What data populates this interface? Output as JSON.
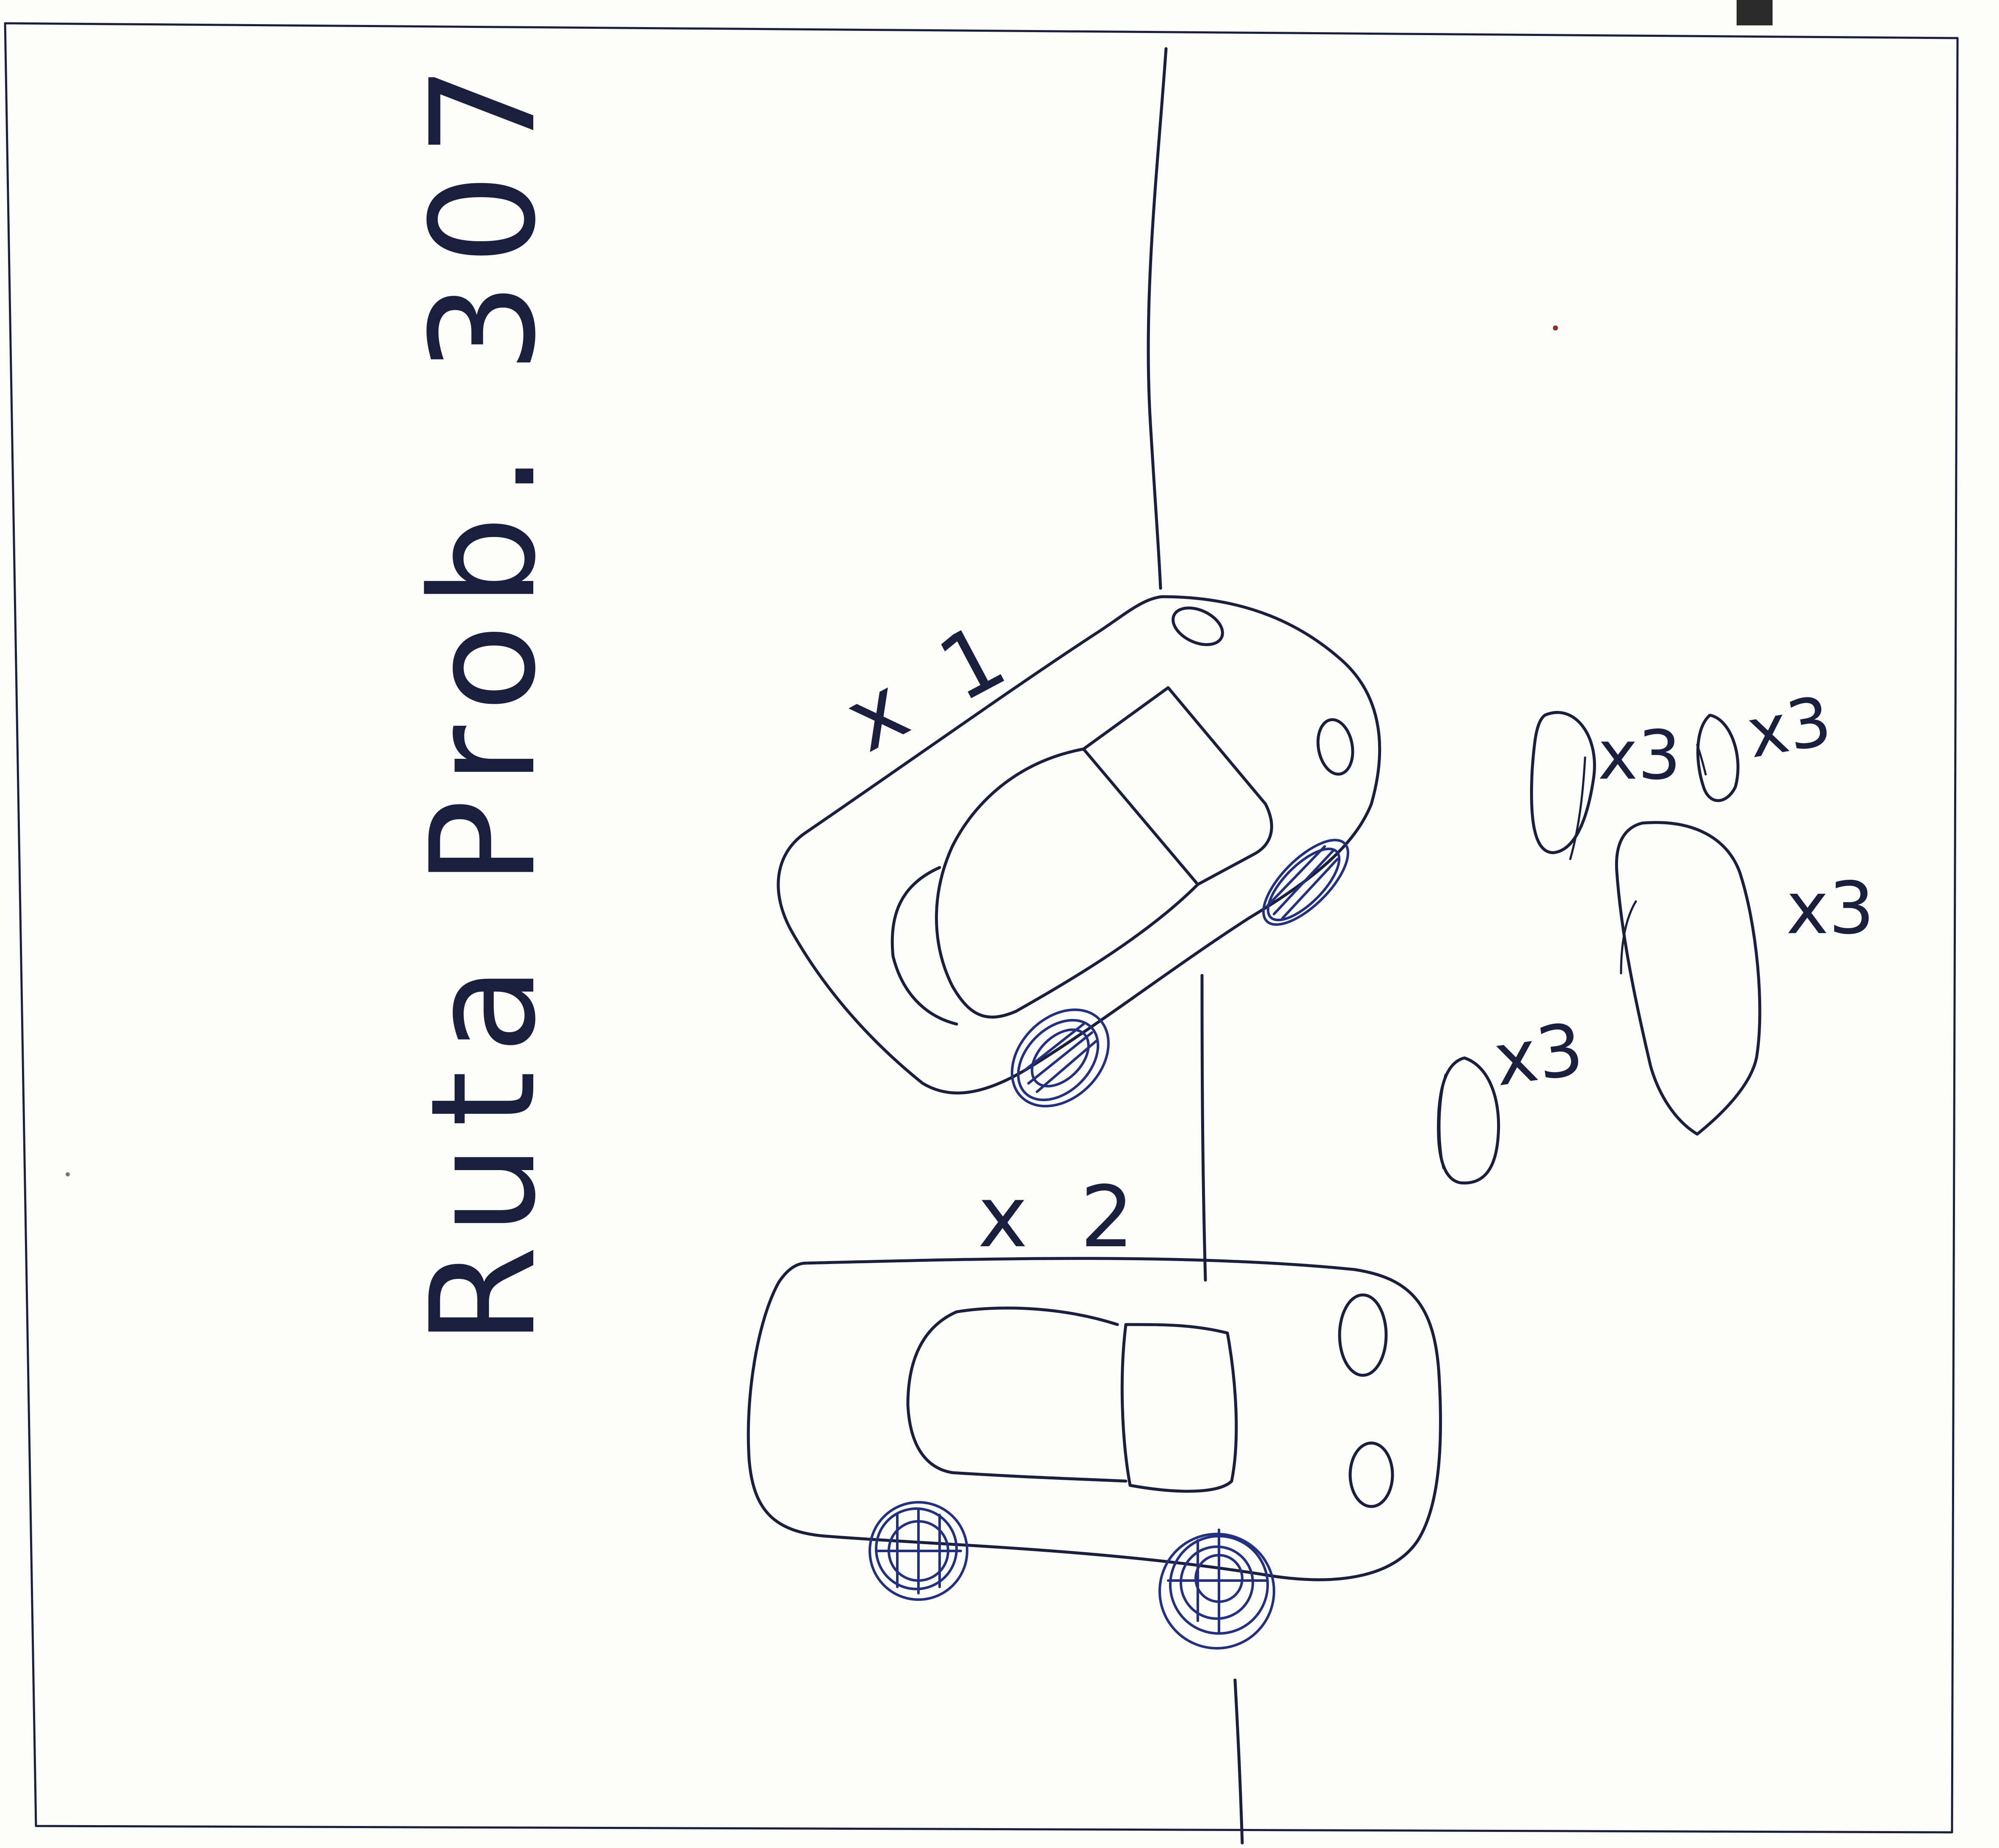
{
  "title": "Ruta Prob. 307",
  "labels": {
    "car_1": "x 1",
    "car_2": "x 2",
    "pebble_a": "x3",
    "pebble_b": "x3",
    "rock": "x3",
    "pebble_c": "x3"
  },
  "colors": {
    "ink": "#1a1f3d",
    "wheel_ink": "#23307d",
    "paper": "#fcfcfa"
  }
}
